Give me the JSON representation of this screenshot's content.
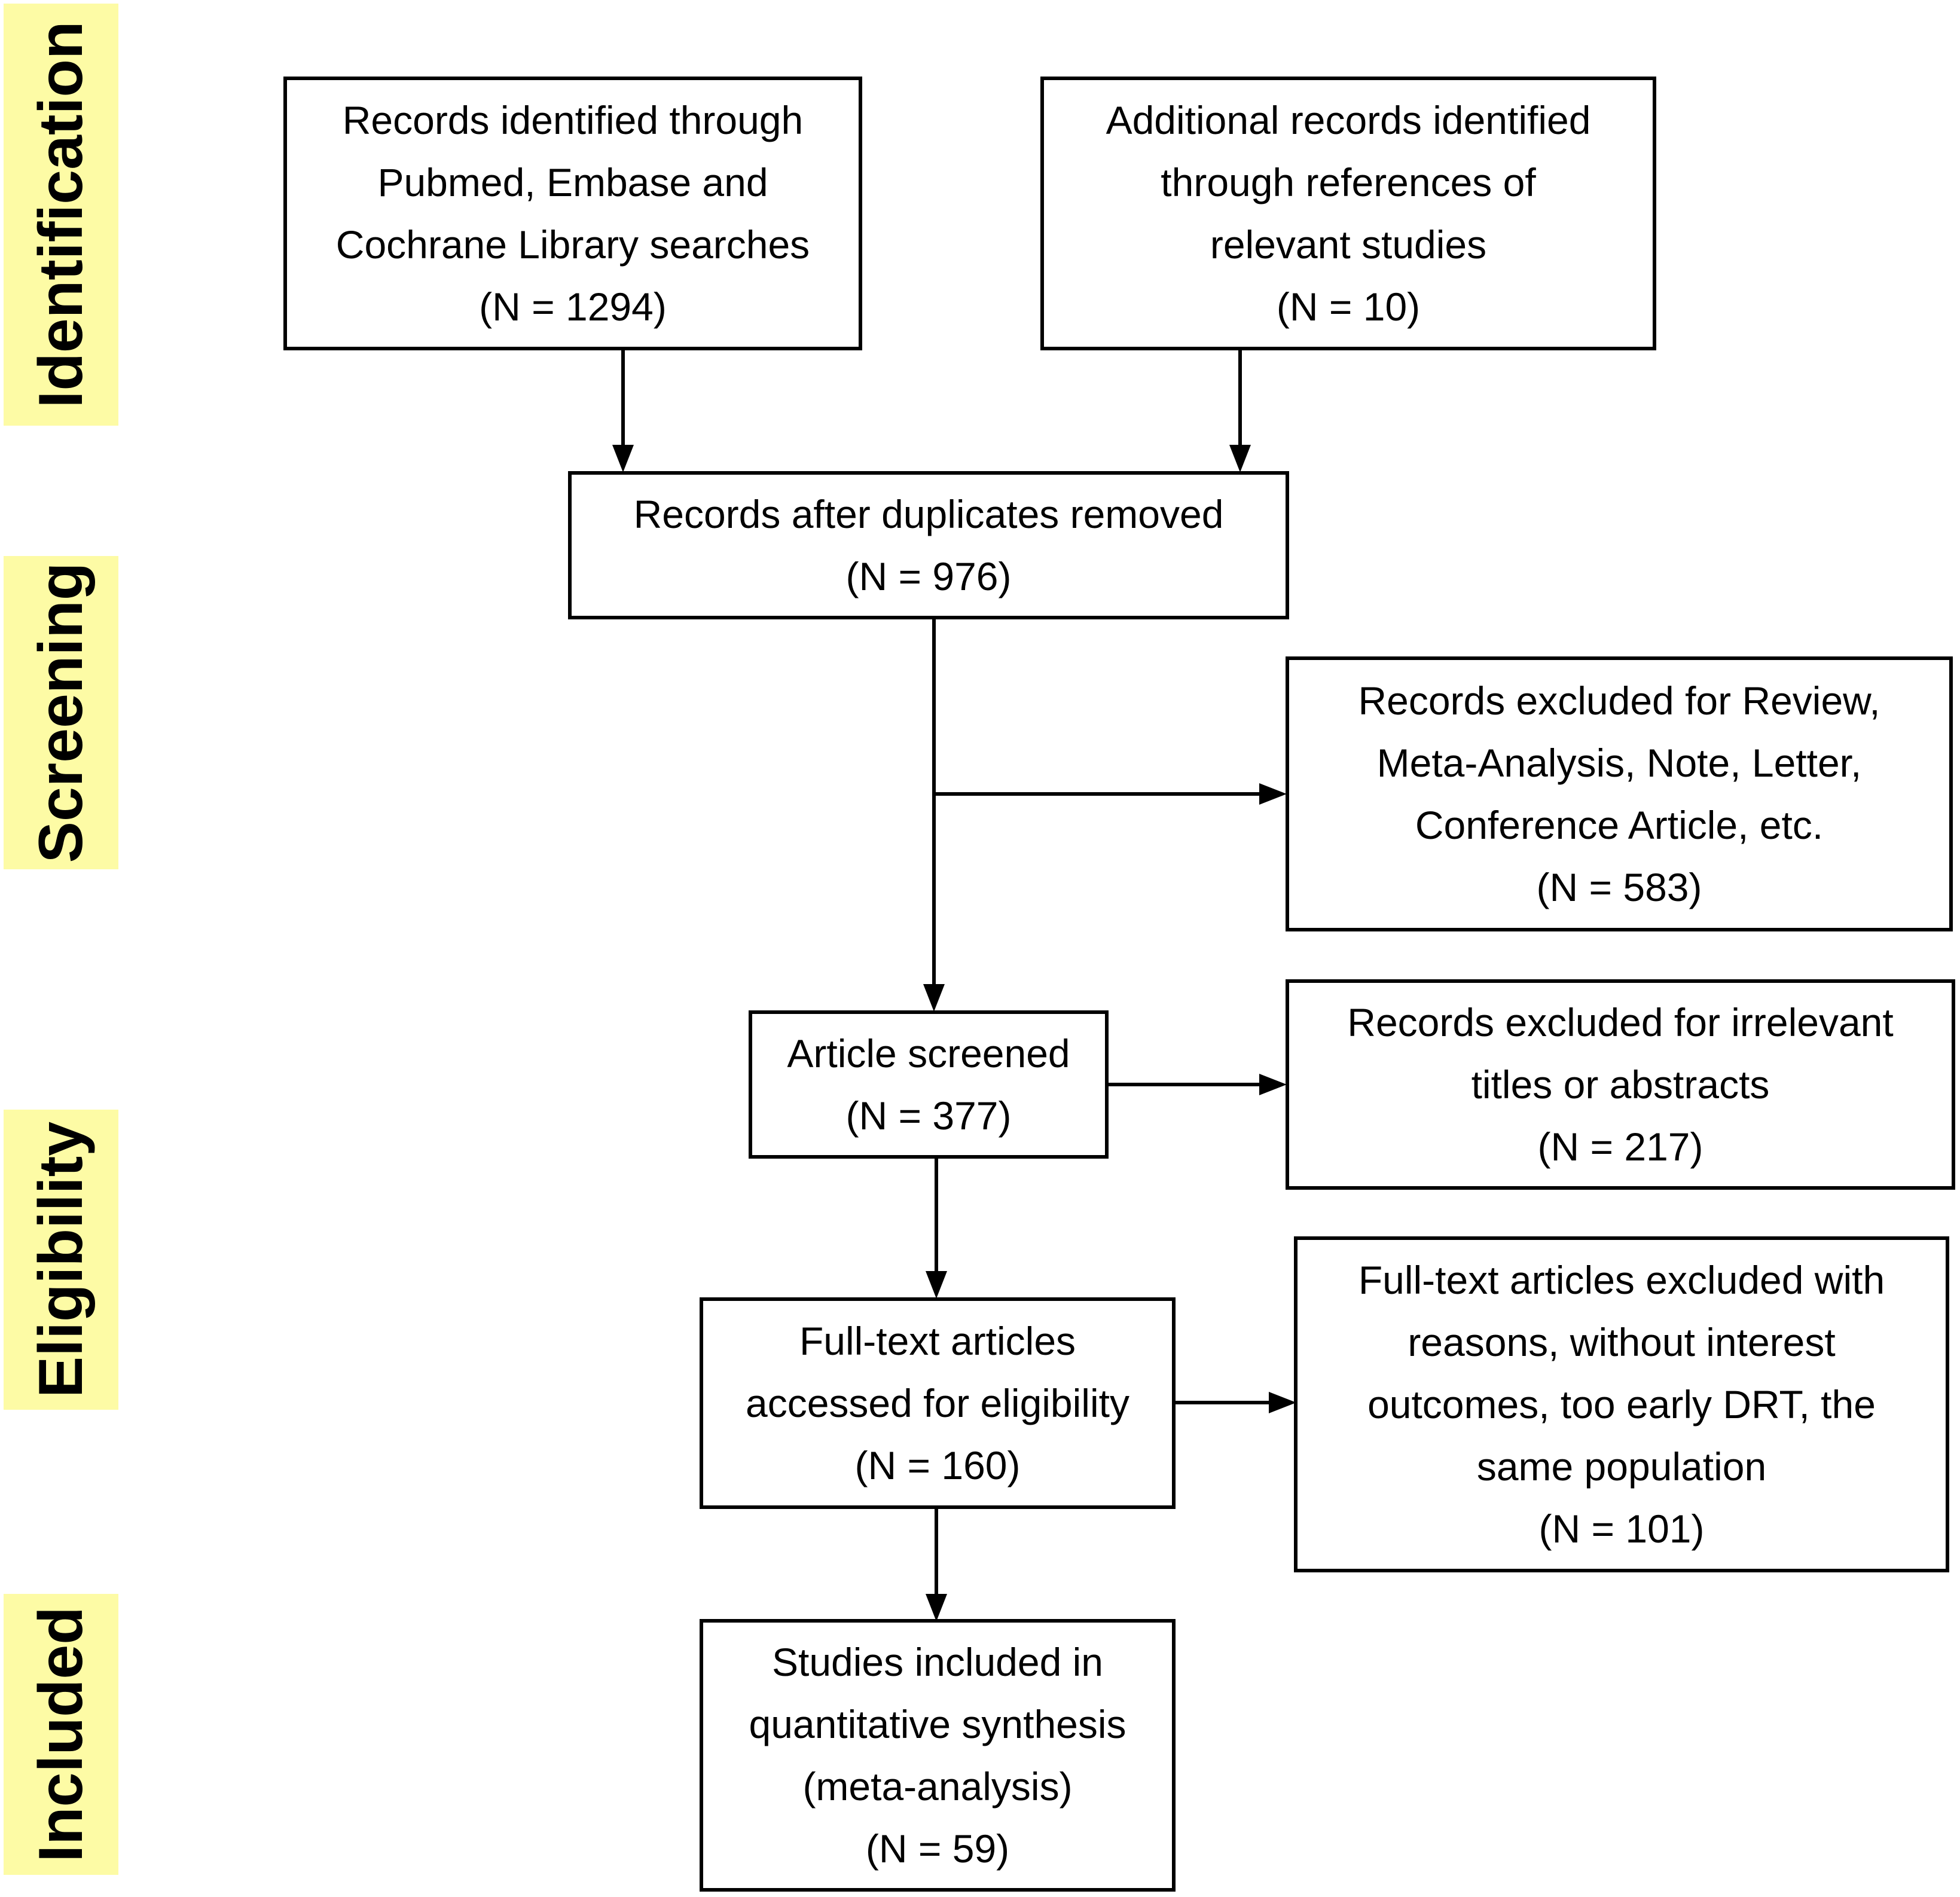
{
  "phases": {
    "identification": "Identification",
    "screening": "Screening",
    "eligibility": "Eligibility",
    "included": "Included"
  },
  "boxes": {
    "database_search": {
      "lines": [
        "Records identified through",
        "Pubmed, Embase and",
        "Cochrane Library searches"
      ],
      "count": "(N = 1294)"
    },
    "additional_records": {
      "lines": [
        "Additional records identified",
        "through references of",
        "relevant  studies"
      ],
      "count": "(N = 10)"
    },
    "after_duplicates": {
      "lines": [
        "Records after duplicates removed"
      ],
      "count": "(N = 976)"
    },
    "excluded_types": {
      "lines": [
        "Records excluded for Review,",
        "Meta-Analysis, Note, Letter,",
        "Conference Article, etc."
      ],
      "count": "(N = 583)"
    },
    "screened": {
      "lines": [
        "Article screened"
      ],
      "count": "(N = 377)"
    },
    "excluded_irrelevant": {
      "lines": [
        "Records excluded for irrelevant",
        "titles or abstracts"
      ],
      "count": "(N = 217)"
    },
    "fulltext_assessed": {
      "lines": [
        "Full-text articles",
        "accessed for eligibility"
      ],
      "count": "(N = 160)"
    },
    "fulltext_excluded": {
      "lines": [
        "Full-text articles excluded with",
        "reasons, without interest",
        "outcomes, too early DRT, the",
        "same population"
      ],
      "count": "(N = 101)"
    },
    "included": {
      "lines": [
        "Studies included in",
        "quantitative synthesis",
        "(meta-analysis)"
      ],
      "count": "(N = 59)"
    }
  },
  "colors": {
    "phase_background": "#fdfba5",
    "stroke": "#000000",
    "box_fill": "#ffffff"
  }
}
